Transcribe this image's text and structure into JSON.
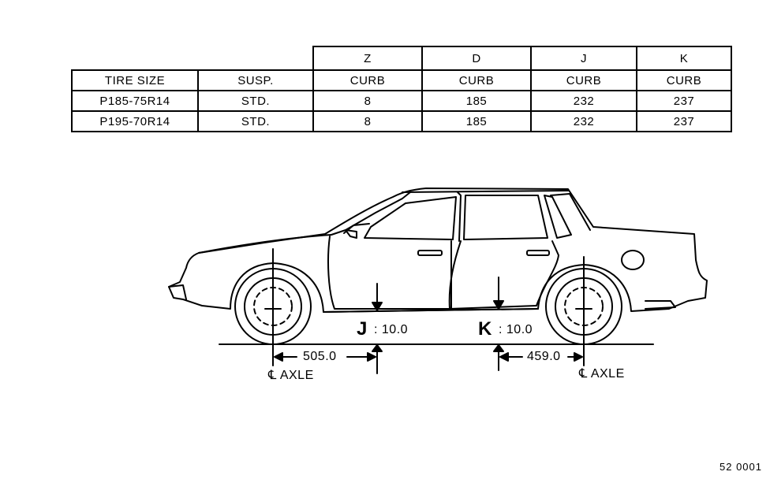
{
  "table": {
    "group_headers": [
      "Z",
      "D",
      "J",
      "K"
    ],
    "columns": [
      "TIRE SIZE",
      "SUSP.",
      "CURB",
      "CURB",
      "CURB",
      "CURB"
    ],
    "rows": [
      [
        "P185-75R14",
        "STD.",
        "8",
        "185",
        "232",
        "237"
      ],
      [
        "P195-70R14",
        "STD.",
        "8",
        "185",
        "232",
        "237"
      ]
    ]
  },
  "diagram": {
    "j_letter": "J",
    "j_value": ": 10.0",
    "k_letter": "K",
    "k_value": ": 10.0",
    "front_dim": "505.0",
    "rear_dim": "459.0",
    "front_axle_label": "℄ AXLE",
    "rear_axle_label": "℄ AXLE"
  },
  "figure_number": "52  0001"
}
